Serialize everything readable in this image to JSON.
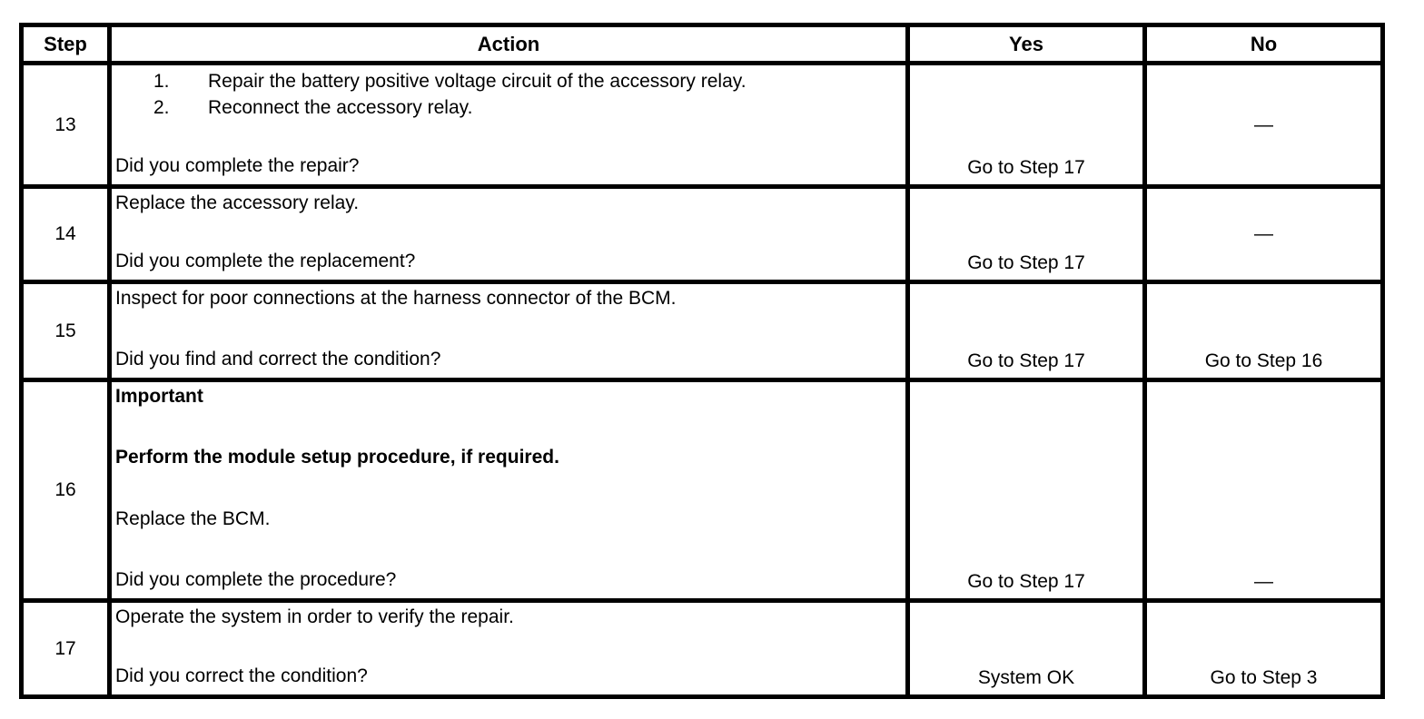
{
  "page": {
    "background_color": "#ffffff",
    "text_color": "#000000",
    "border_color": "#000000"
  },
  "table": {
    "headers": [
      "Step",
      "Action",
      "Yes",
      "No"
    ],
    "rows": [
      {
        "step": "13",
        "list": [
          {
            "num": "1.",
            "text": "Repair the battery positive voltage circuit of the accessory relay."
          },
          {
            "num": "2.",
            "text": "Reconnect the accessory relay."
          }
        ],
        "question": "Did you complete the repair?",
        "yes": "Go to Step 17",
        "no": "—"
      },
      {
        "step": "14",
        "statement": "Replace the accessory relay.",
        "question": "Did you complete the replacement?",
        "yes": "Go to Step 17",
        "no": "—"
      },
      {
        "step": "15",
        "statement": "Inspect for poor connections at the harness connector of the BCM.",
        "question": "Did you find and correct the condition?",
        "yes": "Go to Step 17",
        "no": "Go to Step 16"
      },
      {
        "step": "16",
        "important_label": "Important",
        "important_text": "Perform the module setup procedure, if required.",
        "statement": "Replace the BCM.",
        "question": "Did you complete the procedure?",
        "yes": "Go to Step 17",
        "no": "—"
      },
      {
        "step": "17",
        "statement": "Operate the system in order to verify the repair.",
        "question": "Did you correct the condition?",
        "yes": "System OK",
        "no": "Go to Step 3"
      }
    ]
  }
}
